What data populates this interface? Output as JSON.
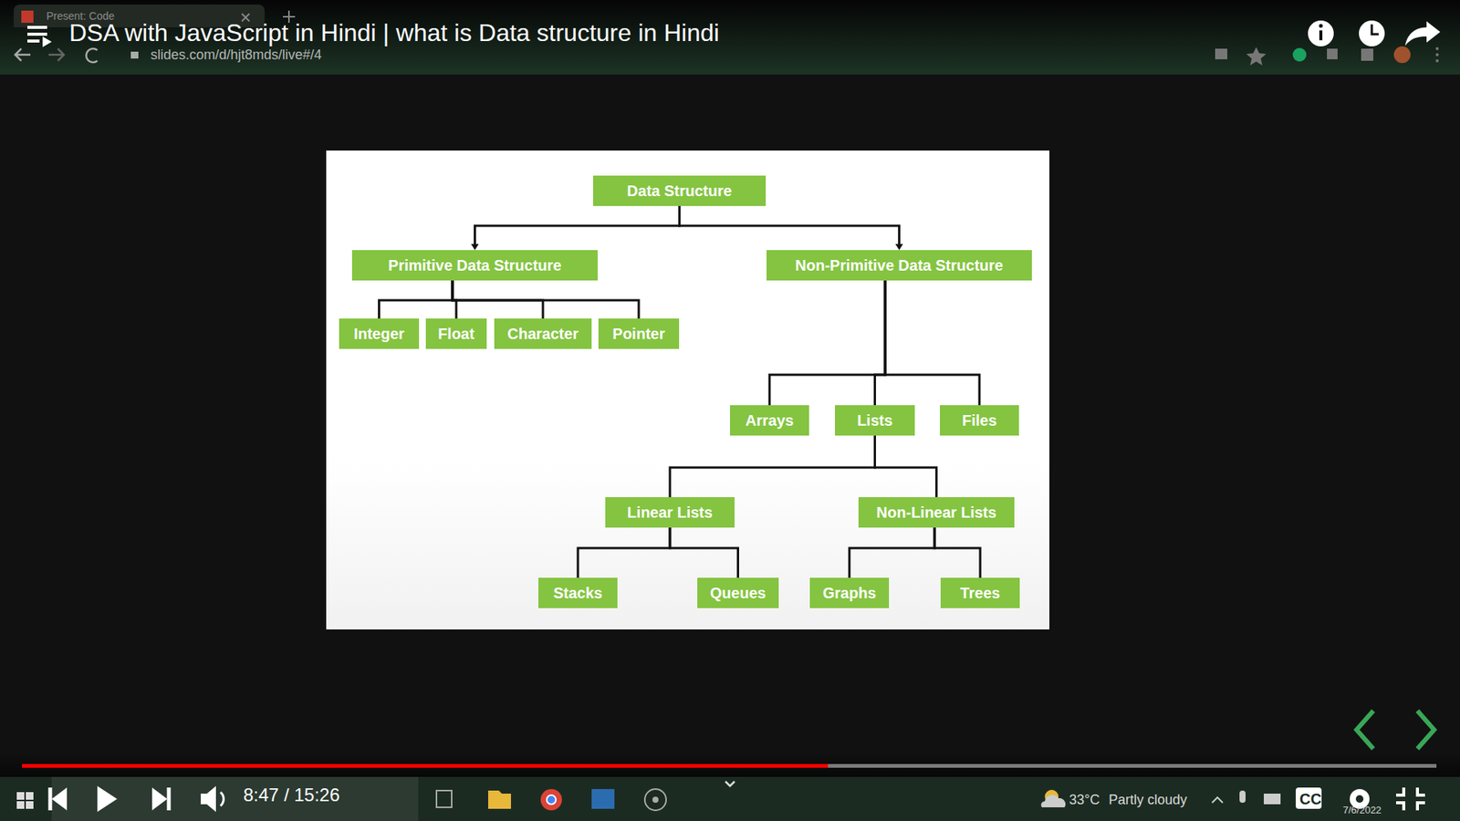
{
  "diagram": {
    "title": "DSA with JavaScript in Hindi | what is Data structure in Hindi",
    "nodes": [
      {
        "text": [
          "Data Structure"
        ]
      },
      {
        "text": [
          "Primitive Data Structure"
        ]
      },
      {
        "text": [
          "Non-Primitive Data Structure"
        ]
      },
      {
        "text": [
          "Integer"
        ]
      },
      {
        "text": [
          "Float"
        ]
      },
      {
        "text": [
          "Character"
        ]
      },
      {
        "text": [
          "Pointer"
        ]
      },
      {
        "text": [
          "Arrays"
        ]
      },
      {
        "text": [
          "Lists"
        ]
      },
      {
        "text": [
          "Files"
        ]
      },
      {
        "text": [
          "Linear Lists"
        ]
      },
      {
        "text": [
          "Non-Linear Lists"
        ]
      },
      {
        "text": [
          "Stacks"
        ]
      },
      {
        "text": [
          "Queues"
        ]
      },
      {
        "text": [
          "Graphs"
        ]
      },
      {
        "text": [
          "Trees"
        ]
      }
    ],
    "edges": [
      {
        "from": 0,
        "to": 1,
        "arrow": "to"
      },
      {
        "from": 0,
        "to": 2,
        "arrow": "to"
      },
      {
        "from": 1,
        "to": 3,
        "arrow": "none"
      },
      {
        "from": 1,
        "to": 4,
        "arrow": "none"
      },
      {
        "from": 1,
        "to": 5,
        "arrow": "none"
      },
      {
        "from": 1,
        "to": 6,
        "arrow": "none"
      },
      {
        "from": 2,
        "to": 7,
        "arrow": "none"
      },
      {
        "from": 2,
        "to": 8,
        "arrow": "none"
      },
      {
        "from": 2,
        "to": 9,
        "arrow": "none"
      },
      {
        "from": 8,
        "to": 10,
        "arrow": "none"
      },
      {
        "from": 8,
        "to": 11,
        "arrow": "none"
      },
      {
        "from": 10,
        "to": 12,
        "arrow": "none"
      },
      {
        "from": 10,
        "to": 13,
        "arrow": "none"
      },
      {
        "from": 11,
        "to": 14,
        "arrow": "none"
      },
      {
        "from": 11,
        "to": 15,
        "arrow": "none"
      }
    ],
    "labels": [
      "Present: Code",
      "slides.com/d/hjt8mds/live#/4",
      "8:47 / 15:26",
      "33°C",
      "Partly cloudy",
      "CC",
      "7/6/2022"
    ]
  }
}
